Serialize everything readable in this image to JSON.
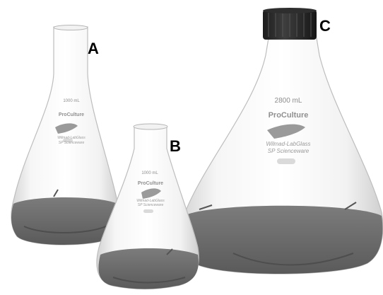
{
  "labels": {
    "a": "A",
    "b": "B",
    "c": "C"
  },
  "flask_a": {
    "volume": "1000 mL",
    "brand": "ProCulture",
    "maker_line1": "Wilmad-LabGlass",
    "maker_line2": "SP Scienceware"
  },
  "flask_b": {
    "volume": "1000 mL",
    "brand": "ProCulture",
    "maker_line1": "Wilmad-LabGlass",
    "maker_line2": "SP Scienceware"
  },
  "flask_c": {
    "volume": "2800 mL",
    "brand": "ProCulture",
    "maker_line1": "Wilmad-LabGlass",
    "maker_line2": "SP Scienceware"
  },
  "colors": {
    "liquid": "#6e6e6e",
    "cap": "#2b2b2b",
    "glass_edge": "#b9b9b9"
  }
}
